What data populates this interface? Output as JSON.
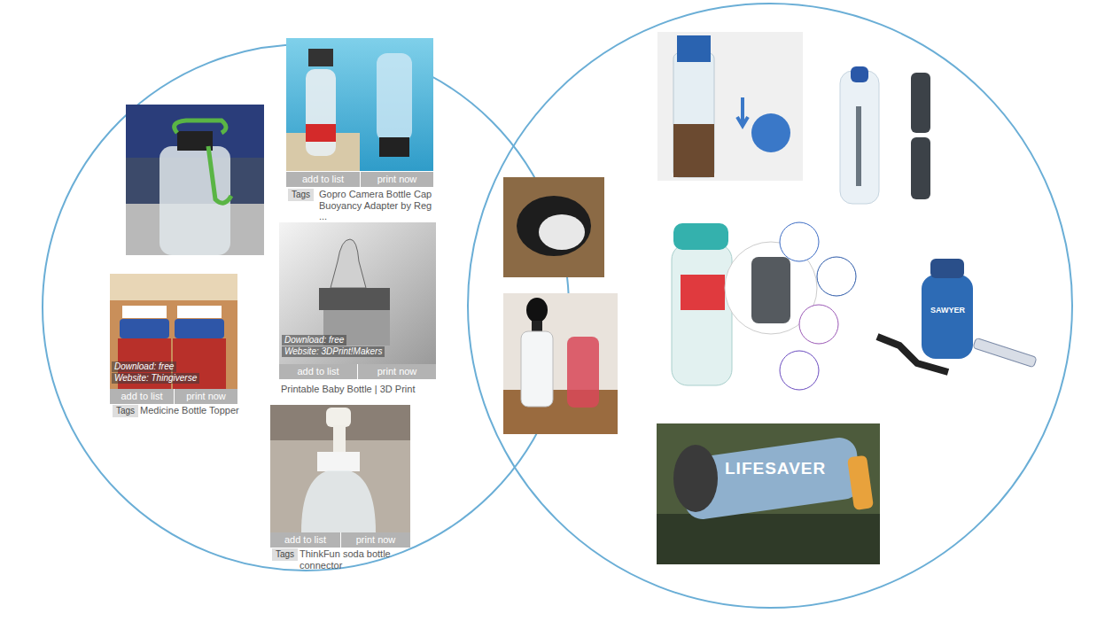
{
  "diagram": {
    "labels": [
      "add to list",
      "print now",
      "Tags",
      "Gopro Camera Bottle Cap Buoyancy Adapter by Reg ...",
      "Download: free",
      "Website: 3DPrint!Makers",
      "add to list",
      "print now",
      "Printable Baby Bottle | 3D Print",
      "Download: free",
      "Website: Thingiverse",
      "add to list",
      "print now",
      "Tags",
      "Medicine Bottle Topper",
      "add to list",
      "print now",
      "Tags",
      "ThinkFun soda bottle connector",
      "LIFESAVER",
      "SAWYER"
    ]
  }
}
